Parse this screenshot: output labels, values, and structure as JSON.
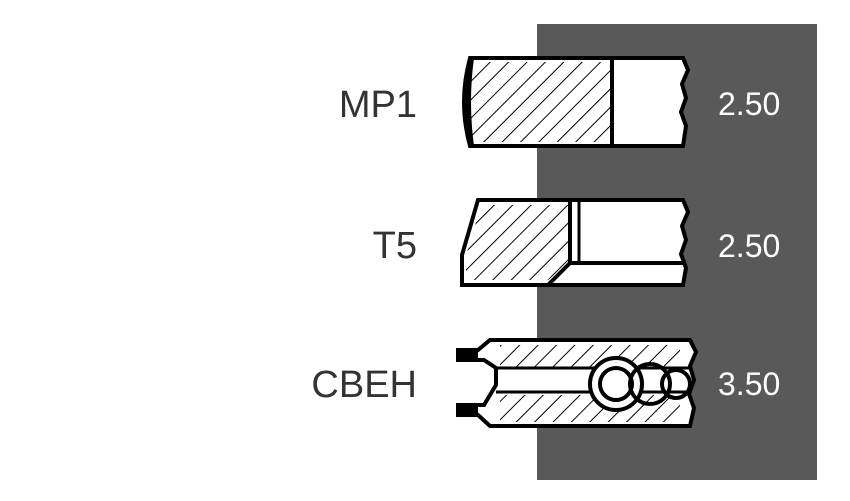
{
  "colors": {
    "panel": "#595959",
    "outline": "#000000",
    "label_text": "#333333",
    "value_text": "#ffffff"
  },
  "rings": [
    {
      "label": "MP1",
      "value": "2.50"
    },
    {
      "label": "T5",
      "value": "2.50"
    },
    {
      "label": "CBEH",
      "value": "3.50"
    }
  ]
}
